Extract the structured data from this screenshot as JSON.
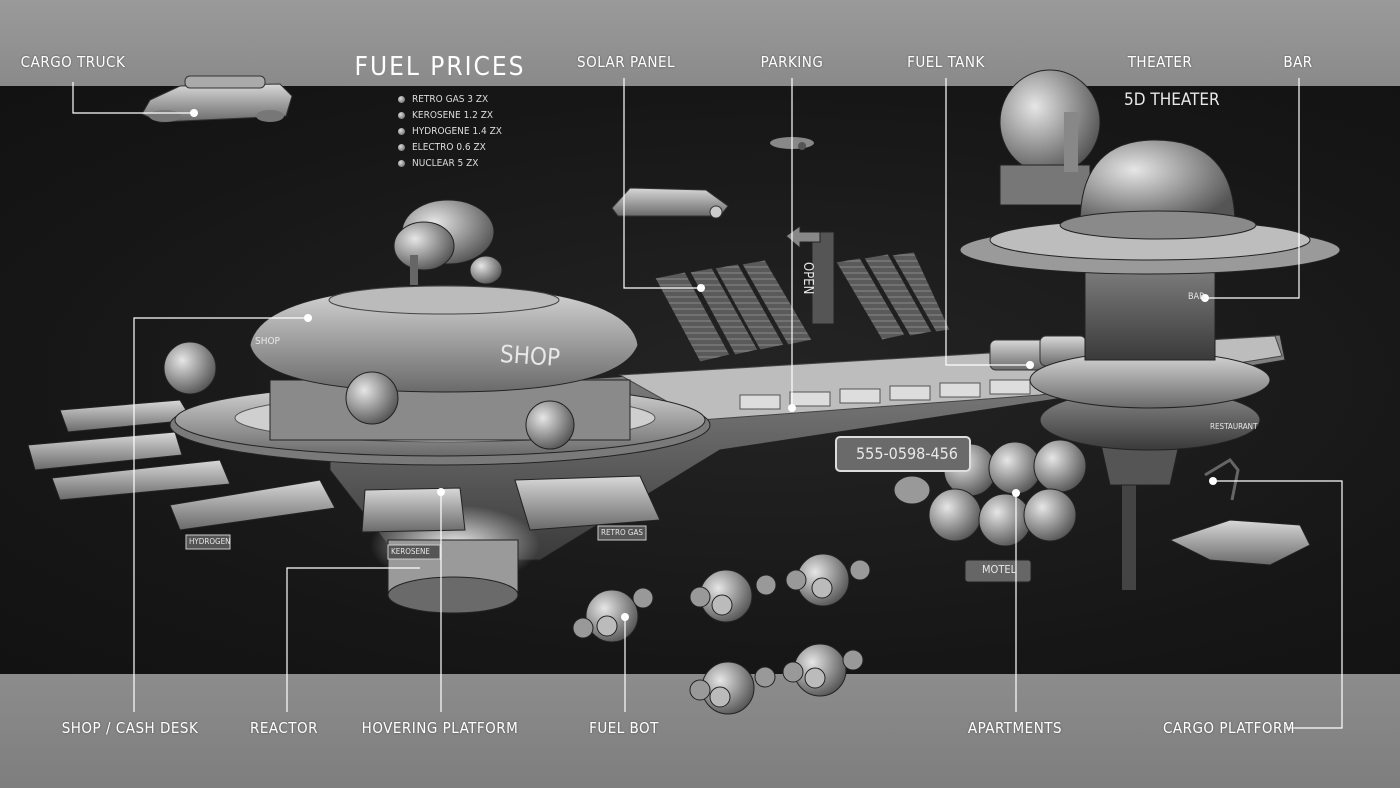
{
  "fuel_prices": {
    "title": "FUEL PRICES",
    "items": [
      "RETRO GAS 3 ZX",
      "KEROSENE 1.2 ZX",
      "HYDROGENE 1.4 ZX",
      "ELECTRO 0.6 ZX",
      "NUCLEAR 5 ZX"
    ]
  },
  "labels": {
    "cargo_truck": "CARGO TRUCK",
    "solar_panel": "SOLAR PANEL",
    "parking": "PARKING",
    "fuel_tank": "FUEL TANK",
    "theater": "THEATER",
    "bar": "BAR",
    "shop_cash_desk": "SHOP / CASH DESK",
    "reactor": "REACTOR",
    "hovering_platform": "HOVERING PLATFORM",
    "fuel_bot": "FUEL BOT",
    "apartments": "APARTMENTS",
    "cargo_platform": "CARGO PLATFORM"
  },
  "signs": {
    "theater_5d": "5D THEATER",
    "shop": "SHOP",
    "shop_small": "SHOP",
    "open": "OPEN",
    "phone": "555-0598-456",
    "motel": "MOTEL",
    "bar": "BAR",
    "restaurant": "RESTAURANT",
    "hydrogen": "HYDROGEN",
    "kerosene": "KEROSENE",
    "retro_gas": "RETRO GAS"
  },
  "colors": {
    "background": "#161616",
    "band": "#8a8a8a",
    "leader": "#ffffff"
  }
}
